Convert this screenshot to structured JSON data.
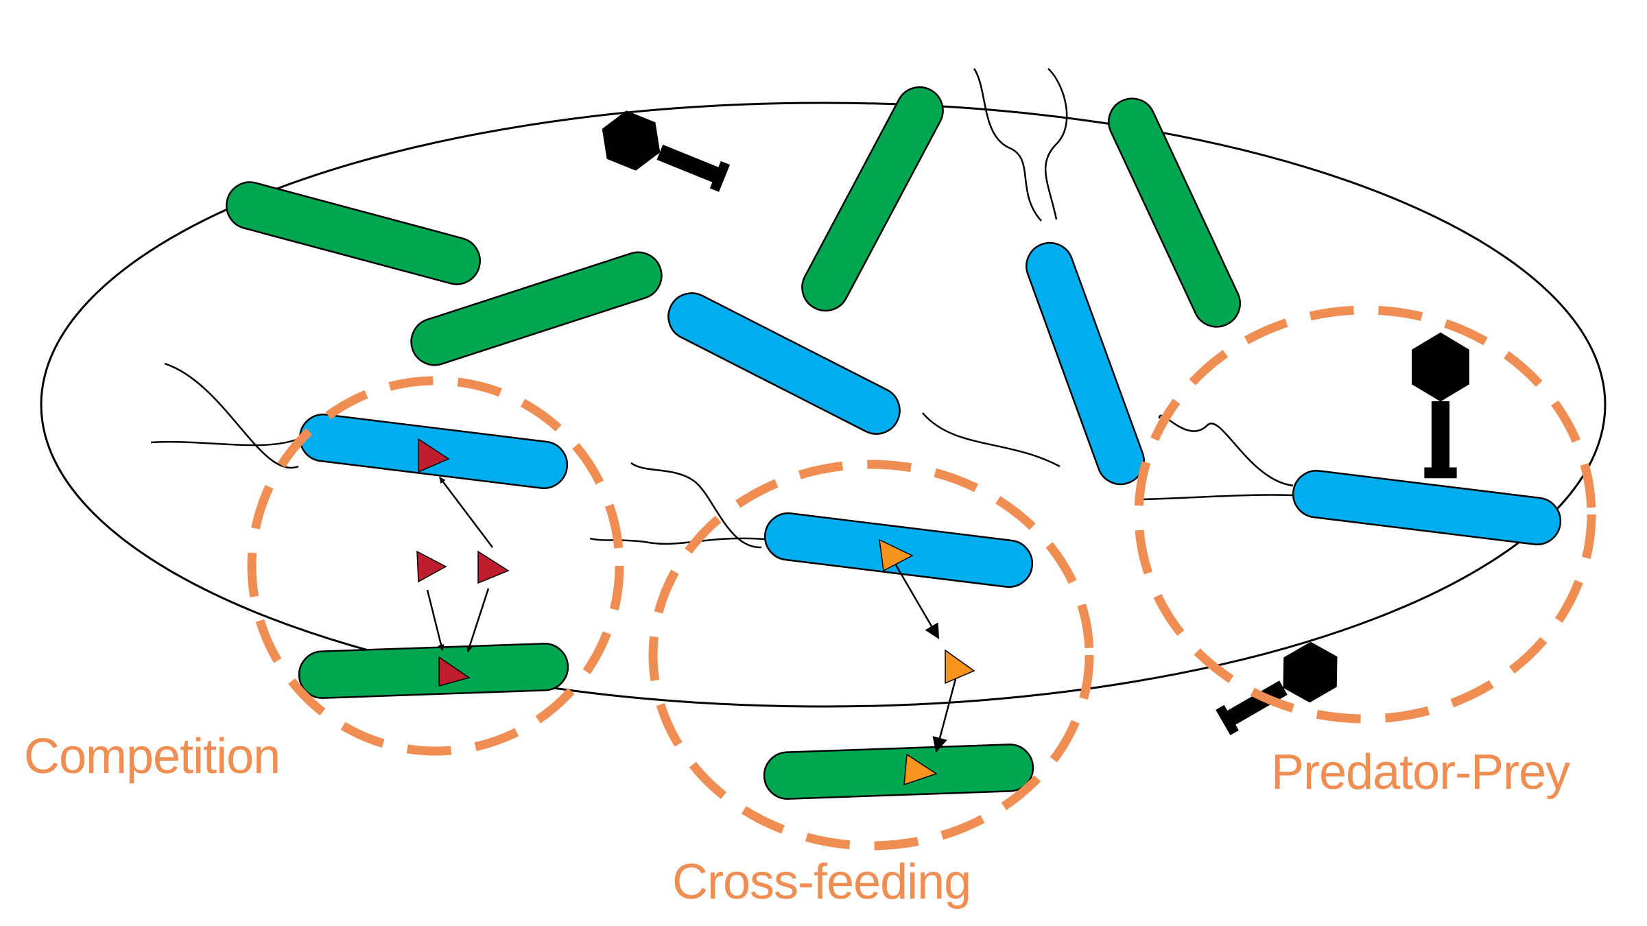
{
  "colors": {
    "green_cell": "#00a650",
    "blue_cell": "#00aeef",
    "metabolite_red": "#be1e2d",
    "metabolite_orange": "#f7941d",
    "interaction_outline": "#ef8d52"
  },
  "labels": {
    "competition": "Competition",
    "cross_feeding": "Cross-feeding",
    "predator_prey": "Predator-Prey"
  }
}
